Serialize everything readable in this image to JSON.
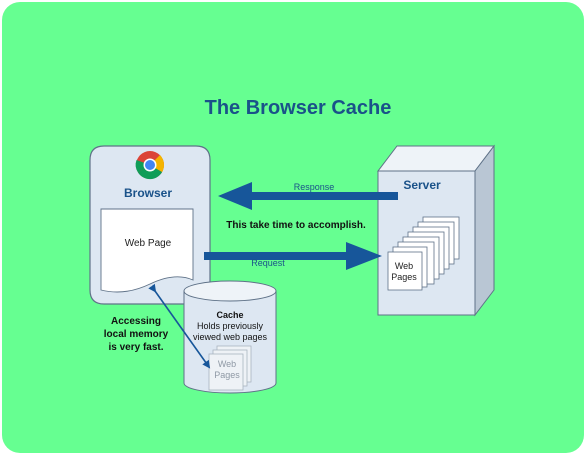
{
  "title": "The Browser Cache",
  "browser": {
    "label": "Browser",
    "page_label": "Web Page"
  },
  "server": {
    "label": "Server",
    "pages_line1": "Web",
    "pages_line2": "Pages"
  },
  "arrows": {
    "response": "Response",
    "request": "Request",
    "slow_note": "This take time to accomplish."
  },
  "cache": {
    "label": "Cache",
    "desc_line1": "Holds previously",
    "desc_line2": "viewed web pages",
    "pages_line1": "Web",
    "pages_line2": "Pages"
  },
  "local_note": {
    "line1": "Accessing",
    "line2": "local memory",
    "line3": "is very fast."
  },
  "colors": {
    "background": "#66ff91",
    "title": "#1a5289",
    "box_fill": "#dde7f2",
    "box_stroke": "#5f7288",
    "arrow": "#17569a",
    "accent_text": "#1a5289"
  }
}
